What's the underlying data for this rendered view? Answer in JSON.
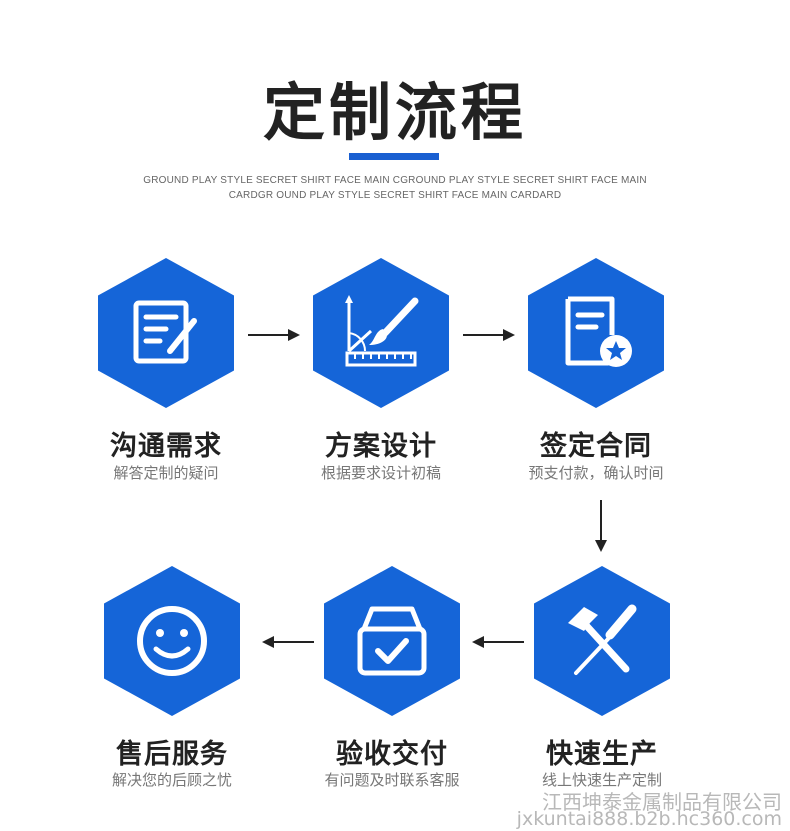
{
  "header": {
    "title": "定制流程",
    "subtitle": "GROUND PLAY STYLE SECRET SHIRT FACE MAIN CGROUND PLAY STYLE SECRET SHIRT FACE MAIN CARDGR OUND PLAY STYLE SECRET SHIRT FACE MAIN CARDARD"
  },
  "steps": [
    {
      "title": "沟通需求",
      "desc": "解答定制的疑问",
      "icon": "document-edit-icon"
    },
    {
      "title": "方案设计",
      "desc": "根据要求设计初稿",
      "icon": "ruler-pencil-icon"
    },
    {
      "title": "签定合同",
      "desc": "预支付款，确认时间",
      "icon": "contract-star-icon"
    },
    {
      "title": "快速生产",
      "desc": "线上快速生产定制",
      "icon": "hammer-screwdriver-icon"
    },
    {
      "title": "验收交付",
      "desc": "有问题及时联系客服",
      "icon": "checked-box-icon"
    },
    {
      "title": "售后服务",
      "desc": "解决您的后顾之忧",
      "icon": "smiley-icon"
    }
  ],
  "watermark": {
    "company": "江西坤泰金属制品有限公司",
    "url": "jxkuntai888.b2b.hc360.com"
  },
  "colors": {
    "accent": "#1565d8",
    "text": "#222222",
    "muted": "#777777"
  }
}
